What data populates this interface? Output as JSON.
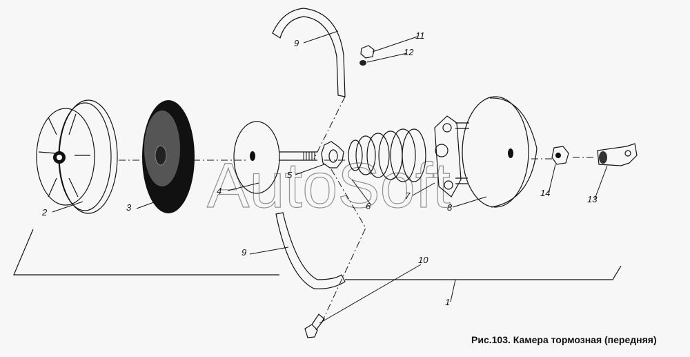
{
  "caption": "Рис.103. Камера тормозная (передняя)",
  "watermark": "AutoSoft",
  "callouts": [
    "1",
    "2",
    "3",
    "4",
    "5",
    "6",
    "7",
    "8",
    "9",
    "9",
    "10",
    "11",
    "12",
    "13",
    "14"
  ]
}
